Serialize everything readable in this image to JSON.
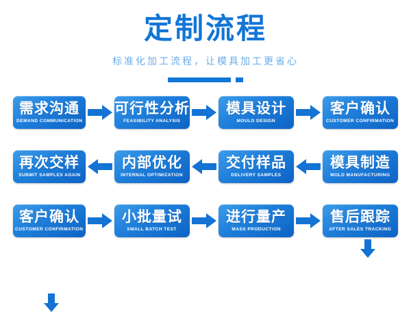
{
  "header": {
    "title": "定制流程",
    "subtitle": "标准化加工流程，让模具加工更省心"
  },
  "colors": {
    "title": "#1275d6",
    "subtitle": "#6aade8",
    "accent": "#1276d8",
    "node_light": "#3d9ce8",
    "node_dark": "#0d63c4",
    "arrow": "#1473d4",
    "background": "#ffffff"
  },
  "flow": {
    "rows": [
      {
        "direction": "left-to-right",
        "nodes": [
          {
            "cn": "需求沟通",
            "en": "DEMAND COMMUNICATION"
          },
          {
            "cn": "可行性分析",
            "en": "FEASIBILITY ANALYSIS"
          },
          {
            "cn": "模具设计",
            "en": "MOULD DESIGN"
          },
          {
            "cn": "客户确认",
            "en": "CUSTOMER CONFIRMATION"
          }
        ]
      },
      {
        "direction": "right-to-left",
        "nodes": [
          {
            "cn": "再次交样",
            "en": "SUBMIT SAMPLES AGAIN"
          },
          {
            "cn": "内部优化",
            "en": "INTERNAL OPTIMIZATION"
          },
          {
            "cn": "交付样品",
            "en": "DELIVERY SAMPLES"
          },
          {
            "cn": "模具制造",
            "en": "MOLD MANUFACTURING"
          }
        ]
      },
      {
        "direction": "left-to-right",
        "nodes": [
          {
            "cn": "客户确认",
            "en": "CUSTOMER CONFIRMATION"
          },
          {
            "cn": "小批量试",
            "en": "SMALL BATCH TEST"
          },
          {
            "cn": "进行量产",
            "en": "MASS PRODUCTION"
          },
          {
            "cn": "售后跟踪",
            "en": "AFTER SALES TRACKING"
          }
        ]
      }
    ]
  }
}
